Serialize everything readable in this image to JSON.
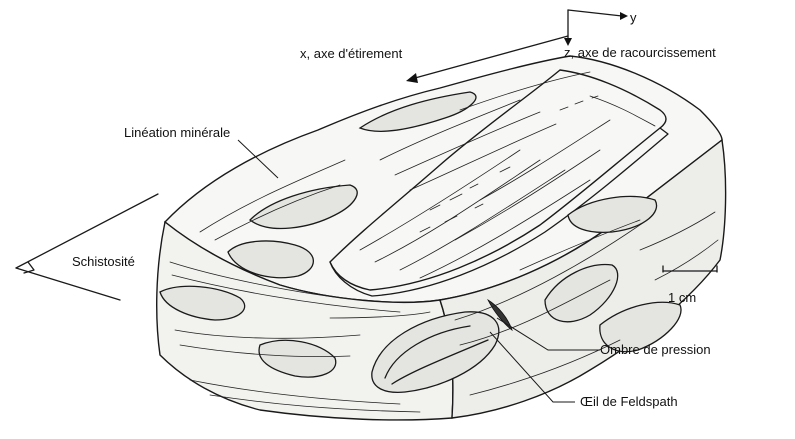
{
  "labels": {
    "stretch_axis": "x, axe d'étirement",
    "y_axis": "y",
    "shortening_axis": "z, axe de racourcissement",
    "mineral_lineation": "Linéation minérale",
    "schistosity": "Schistosité",
    "scale": "1 cm",
    "pressure_shadow": "Ombre de pression",
    "feldspar_eye": "Œil de Feldspath"
  }
}
